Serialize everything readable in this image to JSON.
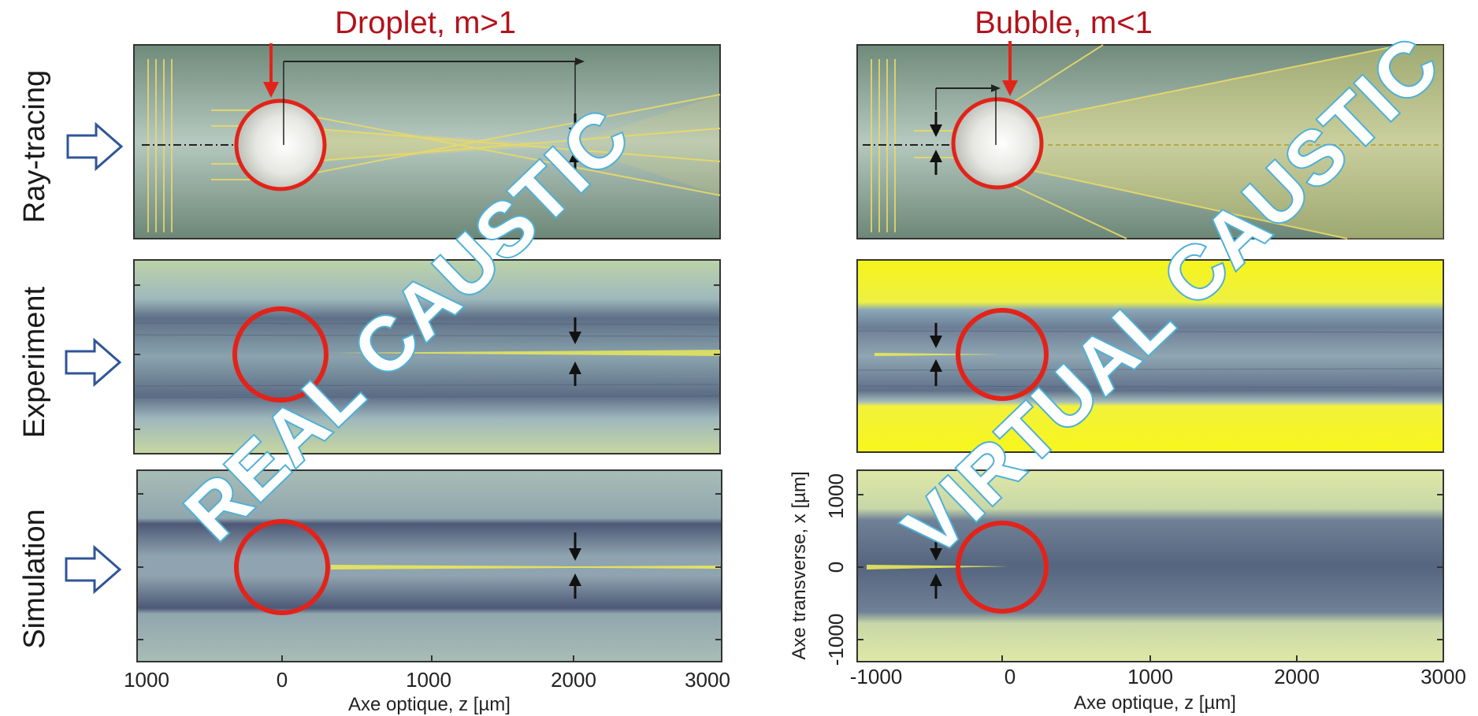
{
  "columns": {
    "left_title": "Droplet, m>1",
    "right_title": "Bubble, m<1"
  },
  "rows": {
    "ray_tracing": "Ray-tracing",
    "experiment": "Experiment",
    "simulation": "Simulation"
  },
  "watermarks": {
    "left": "REAL CAUSTIC",
    "right": "VIRTUAL CAUSTIC"
  },
  "left_axis": {
    "x_ticks": [
      "1000",
      "0",
      "1000",
      "2000",
      "3000"
    ],
    "x_title": "Axe optique, z [µm]"
  },
  "right_axis": {
    "x_ticks": [
      "-1000",
      "0",
      "1000",
      "2000",
      "3000"
    ],
    "x_title": "Axe optique, z [µm]",
    "y_ticks": [
      "1000",
      "0",
      "-1000"
    ],
    "y_title": "Axe transverse, x [µm]"
  },
  "colors": {
    "title_red": "#b3121b",
    "circle_red": "#e2231a",
    "arrow_blue": "#2f5597",
    "ray_yellow": "#e8d96a",
    "caustic_yellow": "#f4f23a",
    "watermark_stroke": "#4fb0d6"
  }
}
